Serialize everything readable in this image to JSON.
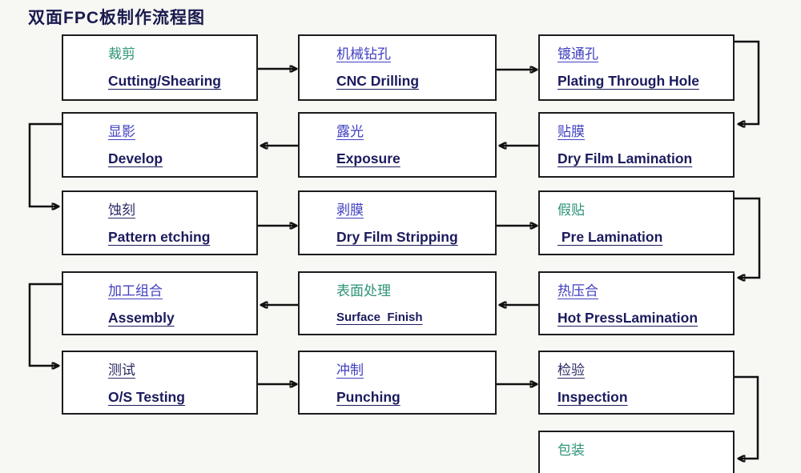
{
  "title": "双面FPC板制作流程图",
  "colors": {
    "background": "#f7f7f4",
    "box_fill": "#ffffff",
    "box_border": "#1c1c1c",
    "title_text": "#1a1a4e",
    "english_label": "#1b1b5e",
    "chinese_label_blue": "#4040c0",
    "chinese_label_teal": "#2e9377",
    "chinese_label_navy": "#2b2b66",
    "arrow": "#111111"
  },
  "boxes": [
    {
      "zh": "裁剪",
      "en": "Cutting/Shearing"
    },
    {
      "zh": "机械钻孔",
      "en": "CNC Drilling"
    },
    {
      "zh": "镀通孔",
      "en": "Plating Through Hole"
    },
    {
      "zh": "显影",
      "en": "Develop"
    },
    {
      "zh": "露光",
      "en": "Exposure"
    },
    {
      "zh": "贴膜",
      "en": "Dry Film Lamination"
    },
    {
      "zh": "蚀刻",
      "en": "Pattern etching"
    },
    {
      "zh": "剥膜",
      "en": "Dry Film Stripping"
    },
    {
      "zh": "假贴",
      "en": " Pre Lamination"
    },
    {
      "zh": "加工组合",
      "en": "Assembly"
    },
    {
      "zh": "表面处理",
      "en": "Surface  Finish"
    },
    {
      "zh": "热压合",
      "en": "Hot PressLamination"
    },
    {
      "zh": "测试",
      "en": "O/S Testing"
    },
    {
      "zh": "冲制",
      "en": "Punching"
    },
    {
      "zh": "检验",
      "en": "Inspection"
    },
    {
      "zh": "包装"
    }
  ],
  "flow_order": [
    "Cutting/Shearing",
    "CNC Drilling",
    "Plating Through Hole",
    "Dry Film Lamination",
    "Exposure",
    "Develop",
    "Pattern etching",
    "Dry Film Stripping",
    "Pre Lamination",
    "Hot PressLamination",
    "Surface Finish",
    "Assembly",
    "O/S Testing",
    "Punching",
    "Inspection",
    "包装"
  ]
}
